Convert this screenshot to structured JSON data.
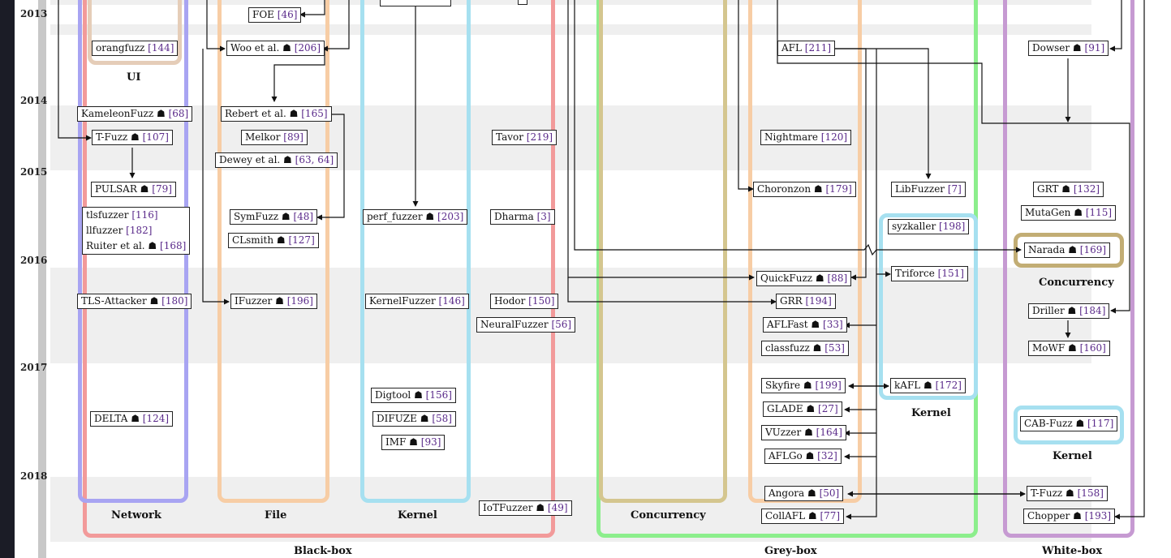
{
  "years": [
    "2013",
    "2014",
    "2015",
    "2016",
    "2017",
    "2018"
  ],
  "groups": {
    "ui": {
      "label": "UI",
      "color": "#e5cdb8"
    },
    "network": {
      "label": "Network",
      "color": "#a8a4f2"
    },
    "file": {
      "label": "File",
      "color": "#f7cda5"
    },
    "kernel_bb": {
      "label": "Kernel",
      "color": "#a6e0f0"
    },
    "blackbox": {
      "label": "Black-box",
      "color": "#f29a9a"
    },
    "concurrency_gb": {
      "label": "Concurrency",
      "color": "#d4c68f"
    },
    "greybox": {
      "label": "Grey-box",
      "color": "#8cee8c"
    },
    "kernel_gb": {
      "label": "Kernel",
      "color": "#a6e0f0"
    },
    "whitebox": {
      "label": "White-box",
      "color": "#c69ad2"
    },
    "concurrency_wb": {
      "label": "Concurrency",
      "color": "#c2ad74"
    },
    "kernel_wb": {
      "label": "Kernel",
      "color": "#a6e0f0"
    }
  },
  "tools": [
    {
      "id": "orangfuzz",
      "name": "orangfuzz",
      "ref": "[144]"
    },
    {
      "id": "kameleonfuzz",
      "name": "KameleonFuzz ☗",
      "ref": "[68]"
    },
    {
      "id": "tfuzz_nw",
      "name": "T-Fuzz ☗",
      "ref": "[107]"
    },
    {
      "id": "pulsar",
      "name": "PULSAR ☗",
      "ref": "[79]"
    },
    {
      "id": "tlsfuzzer",
      "name": "tlsfuzzer",
      "ref": "[116]"
    },
    {
      "id": "llfuzzer",
      "name": "llfuzzer",
      "ref": "[182]"
    },
    {
      "id": "ruiter",
      "name": "Ruiter et al. ☗",
      "ref": "[168]"
    },
    {
      "id": "tlsattacker",
      "name": "TLS-Attacker ☗",
      "ref": "[180]"
    },
    {
      "id": "delta",
      "name": "DELTA ☗",
      "ref": "[124]"
    },
    {
      "id": "foe",
      "name": "FOE",
      "ref": "[46]"
    },
    {
      "id": "woo",
      "name": "Woo et al. ☗",
      "ref": "[206]"
    },
    {
      "id": "rebert",
      "name": "Rebert et al. ☗",
      "ref": "[165]"
    },
    {
      "id": "melkor",
      "name": "Melkor",
      "ref": "[89]"
    },
    {
      "id": "dewey",
      "name": "Dewey et al. ☗",
      "ref": "[63, 64]"
    },
    {
      "id": "symfuzz",
      "name": "SymFuzz ☗",
      "ref": "[48]"
    },
    {
      "id": "clsmith",
      "name": "CLsmith ☗",
      "ref": "[127]"
    },
    {
      "id": "ifuzzer",
      "name": "IFuzzer ☗",
      "ref": "[196]"
    },
    {
      "id": "perf_fuzzer",
      "name": "perf_fuzzer ☗",
      "ref": "[203]"
    },
    {
      "id": "kernelfuzzer",
      "name": "KernelFuzzer",
      "ref": "[146]"
    },
    {
      "id": "digtool",
      "name": "Digtool ☗",
      "ref": "[156]"
    },
    {
      "id": "difuze",
      "name": "DIFUZE ☗",
      "ref": "[58]"
    },
    {
      "id": "imf",
      "name": "IMF ☗",
      "ref": "[93]"
    },
    {
      "id": "tavor",
      "name": "Tavor",
      "ref": "[219]"
    },
    {
      "id": "dharma",
      "name": "Dharma",
      "ref": "[3]"
    },
    {
      "id": "hodor",
      "name": "Hodor",
      "ref": "[150]"
    },
    {
      "id": "neuralfuzzer",
      "name": "NeuralFuzzer",
      "ref": "[56]"
    },
    {
      "id": "iotfuzzer",
      "name": "IoTFuzzer ☗",
      "ref": "[49]"
    },
    {
      "id": "afl",
      "name": "AFL",
      "ref": "[211]"
    },
    {
      "id": "nightmare",
      "name": "Nightmare",
      "ref": "[120]"
    },
    {
      "id": "choronzon",
      "name": "Choronzon ☗",
      "ref": "[179]"
    },
    {
      "id": "quickfuzz",
      "name": "QuickFuzz ☗",
      "ref": "[88]"
    },
    {
      "id": "grr",
      "name": "GRR",
      "ref": "[194]"
    },
    {
      "id": "aflfast",
      "name": "AFLFast ☗",
      "ref": "[33]"
    },
    {
      "id": "classfuzz",
      "name": "classfuzz ☗",
      "ref": "[53]"
    },
    {
      "id": "skyfire",
      "name": "Skyfire ☗",
      "ref": "[199]"
    },
    {
      "id": "glade",
      "name": "GLADE ☗",
      "ref": "[27]"
    },
    {
      "id": "vuzzer",
      "name": "VUzzer ☗",
      "ref": "[164]"
    },
    {
      "id": "aflgo",
      "name": "AFLGo ☗",
      "ref": "[32]"
    },
    {
      "id": "angora",
      "name": "Angora ☗",
      "ref": "[50]"
    },
    {
      "id": "collafl",
      "name": "CollAFL ☗",
      "ref": "[77]"
    },
    {
      "id": "libfuzzer",
      "name": "LibFuzzer",
      "ref": "[7]"
    },
    {
      "id": "syzkaller",
      "name": "syzkaller",
      "ref": "[198]"
    },
    {
      "id": "triforce",
      "name": "Triforce",
      "ref": "[151]"
    },
    {
      "id": "kafl",
      "name": "kAFL ☗",
      "ref": "[172]"
    },
    {
      "id": "dowser",
      "name": "Dowser ☗",
      "ref": "[91]"
    },
    {
      "id": "grt",
      "name": "GRT ☗",
      "ref": "[132]"
    },
    {
      "id": "mutagen",
      "name": "MutaGen ☗",
      "ref": "[115]"
    },
    {
      "id": "narada",
      "name": "Narada ☗",
      "ref": "[169]"
    },
    {
      "id": "driller",
      "name": "Driller ☗",
      "ref": "[184]"
    },
    {
      "id": "mowf",
      "name": "MoWF ☗",
      "ref": "[160]"
    },
    {
      "id": "cabfuzz",
      "name": "CAB-Fuzz ☗",
      "ref": "[117]"
    },
    {
      "id": "tfuzz_wb",
      "name": "T-Fuzz ☗",
      "ref": "[158]"
    },
    {
      "id": "chopper",
      "name": "Chopper ☗",
      "ref": "[193]"
    }
  ]
}
